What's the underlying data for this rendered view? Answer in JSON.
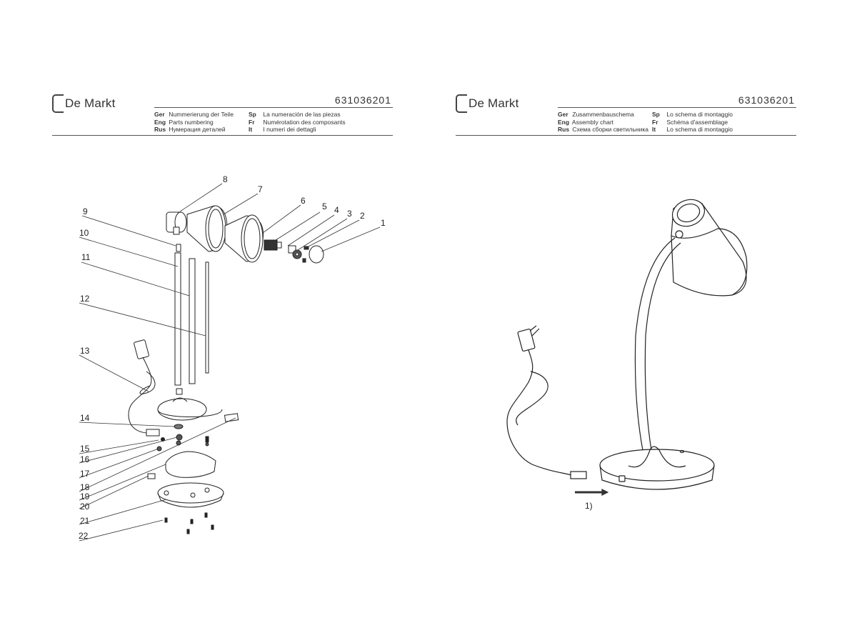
{
  "left_page": {
    "brand": "De Markt",
    "doc_number": "631036201",
    "captions": [
      {
        "lang": "Ger",
        "text": "Nummerierung der Teile"
      },
      {
        "lang": "Eng",
        "text": "Parts numbering"
      },
      {
        "lang": "Rus",
        "text": "Нумерация деталей"
      },
      {
        "lang": "Sp",
        "text": "La numeración de las piezas"
      },
      {
        "lang": "Fr",
        "text": "Numérotation des composants"
      },
      {
        "lang": "It",
        "text": "I numeri dei dettagli"
      }
    ],
    "part_numbers": [
      "1",
      "2",
      "3",
      "4",
      "5",
      "6",
      "7",
      "8",
      "9",
      "10",
      "11",
      "12",
      "13",
      "14",
      "15",
      "16",
      "17",
      "18",
      "19",
      "20",
      "21",
      "22"
    ]
  },
  "right_page": {
    "brand": "De Markt",
    "doc_number": "631036201",
    "captions": [
      {
        "lang": "Ger",
        "text": "Zusammenbauschema"
      },
      {
        "lang": "Eng",
        "text": "Assembly chart"
      },
      {
        "lang": "Rus",
        "text": "Схема сборки светильника"
      },
      {
        "lang": "Sp",
        "text": "Lo schema di montaggio"
      },
      {
        "lang": "Fr",
        "text": "Schéma d'assemblage"
      },
      {
        "lang": "It",
        "text": "Lo schema di montaggio"
      }
    ],
    "step_label": "1)"
  }
}
